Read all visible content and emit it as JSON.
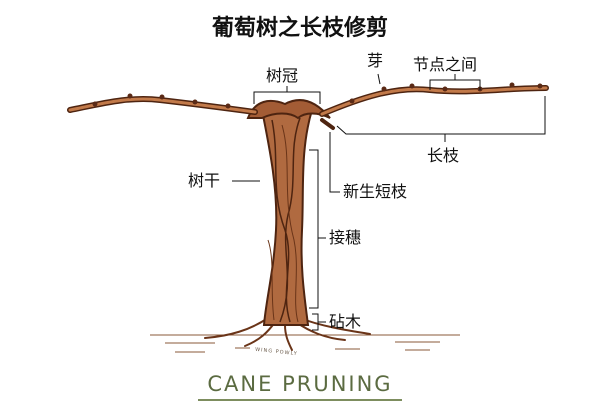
{
  "title": "葡萄树之长枝修剪",
  "labels": {
    "crown": "树冠",
    "bud": "芽",
    "internode": "节点之间",
    "cane": "长枝",
    "trunk": "树干",
    "new_spur": "新生短枝",
    "graft": "接穗",
    "rootstock": "砧木"
  },
  "watermark": "WING POWLY",
  "footer": "CANE PRUNING",
  "colors": {
    "vine": "#8a4a2a",
    "vine_dark": "#5a2a16",
    "leader_line": "#111111",
    "footer_text": "#5b6b41"
  }
}
